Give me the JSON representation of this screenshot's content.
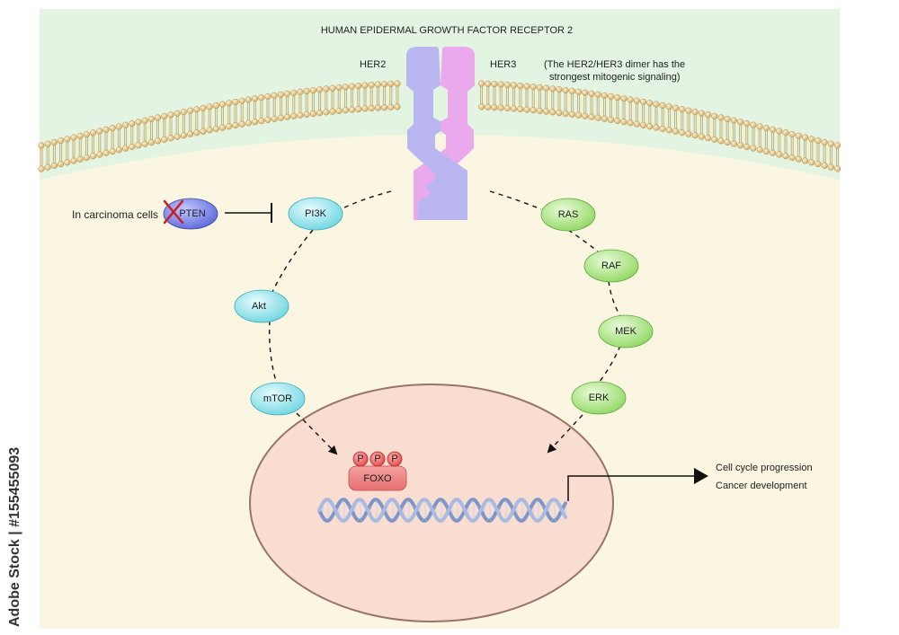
{
  "title": "HUMAN EPIDERMAL GROWTH FACTOR RECEPTOR 2",
  "receptor": {
    "left_label": "HER2",
    "right_label": "HER3",
    "note_line1": "(The HER2/HER3 dimer has the",
    "note_line2": "strongest mitogenic signaling)"
  },
  "pten": {
    "context_label": "In carcinoma cells",
    "label": "PTEN"
  },
  "left_pathway": {
    "nodes": [
      "PI3K",
      "Akt",
      "mTOR"
    ],
    "color": "#8fe6ee"
  },
  "right_pathway": {
    "nodes": [
      "RAS",
      "RAF",
      "MEK",
      "ERK"
    ],
    "color": "#a9e67e"
  },
  "nucleus": {
    "phospho_labels": [
      "P",
      "P",
      "P"
    ],
    "foxo_label": "FOXO"
  },
  "outcomes": [
    "Cell cycle progression",
    "Cancer development"
  ],
  "side_watermark": "Adobe Stock | #155455093",
  "colors": {
    "extracellular": "#e3f5e2",
    "cytoplasm": "#fbf6e1",
    "nucleus": "#f8ddd0",
    "her2": "#b9b6f2",
    "her3": "#eaa9ec",
    "membrane": "#d9b879"
  }
}
